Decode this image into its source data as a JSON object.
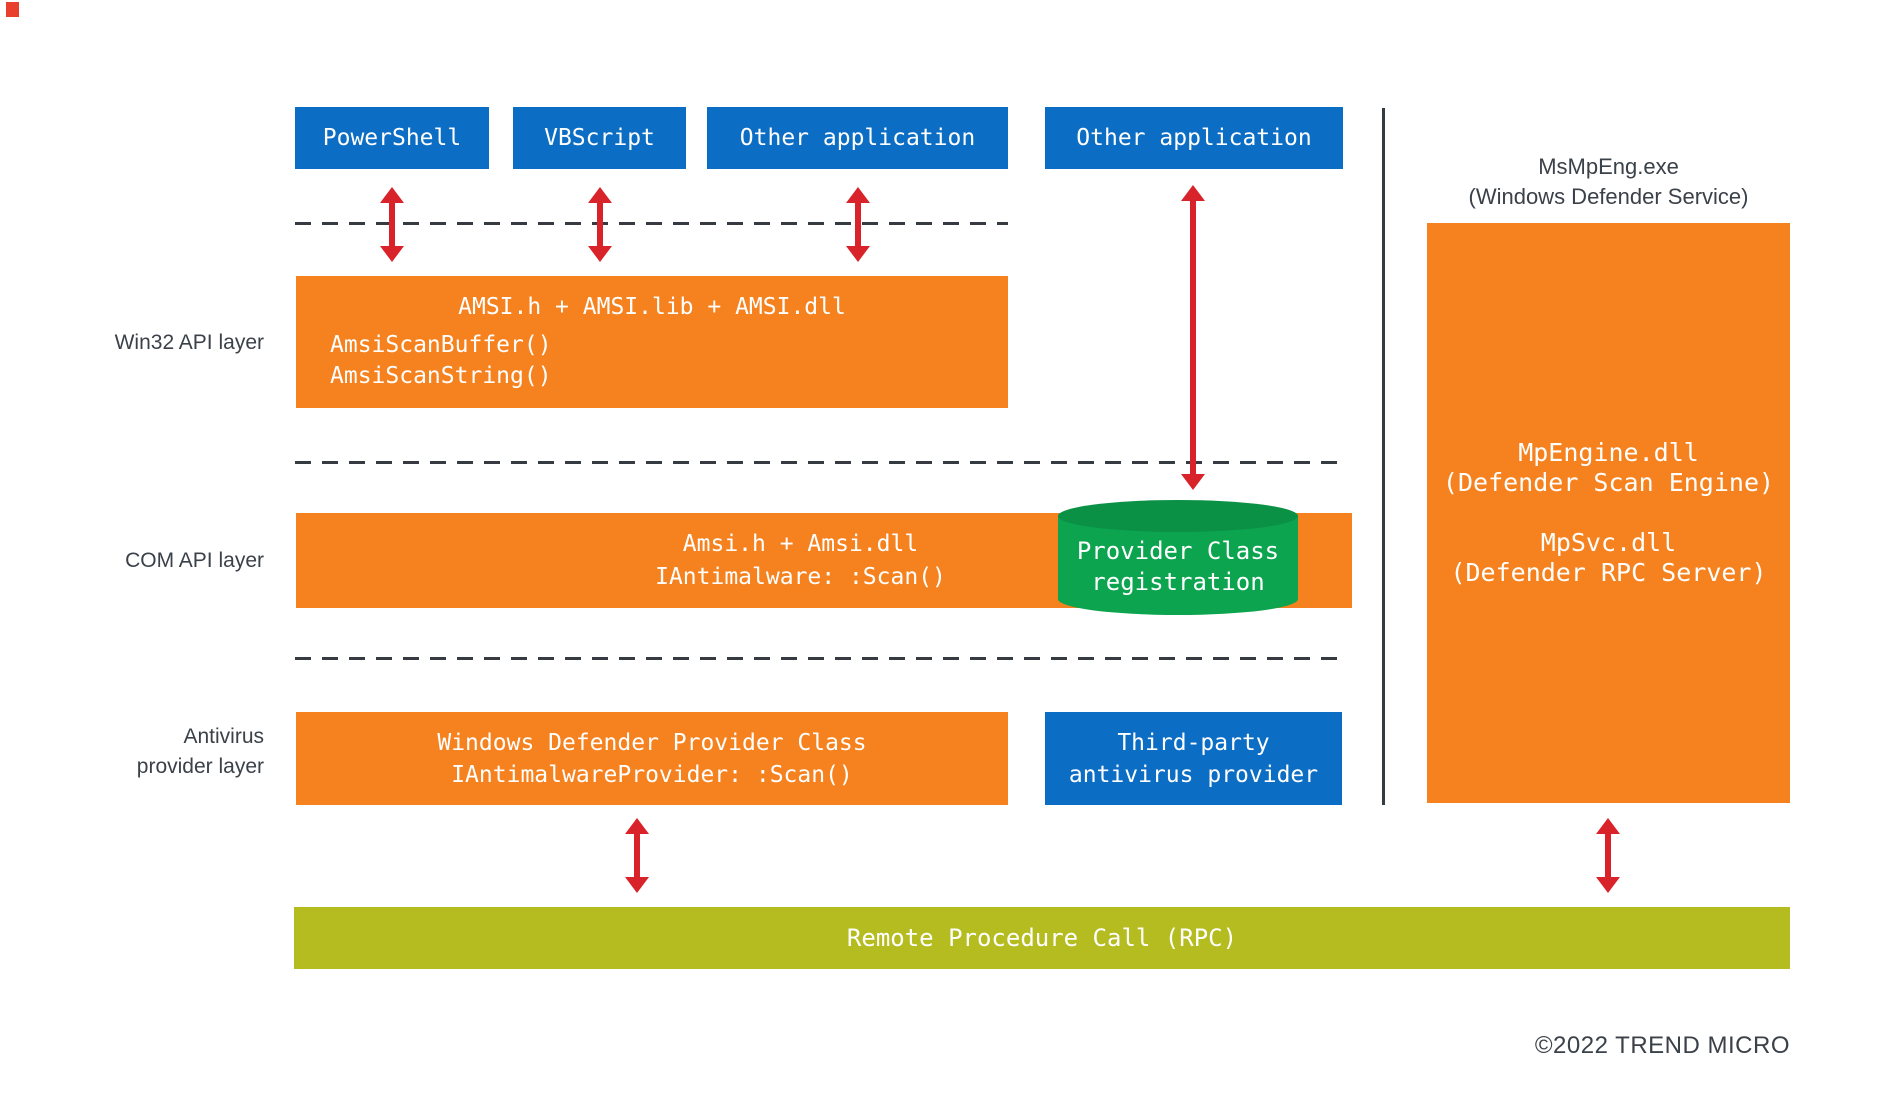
{
  "theme": {
    "blue": "#0b6dc3",
    "orange": "#f5821f",
    "green_body": "#0ca44f",
    "green_top": "#0a9146",
    "olive": "#b4bc20",
    "red": "#d9232b",
    "line": "#363b41",
    "text_dark": "#3b4149",
    "box_text": "#ffffff"
  },
  "apps": {
    "powershell": "PowerShell",
    "vbscript": "VBScript",
    "other_left": "Other application",
    "other_right": "Other application"
  },
  "win32_layer": {
    "side_label": "Win32 API layer",
    "title": "AMSI.h + AMSI.lib + AMSI.dll",
    "line1": "AmsiScanBuffer()",
    "line2": "AmsiScanString()"
  },
  "com_layer": {
    "side_label": "COM API layer",
    "line1": "Amsi.h + Amsi.dll",
    "line2": "IAntimalware: :Scan()",
    "cylinder_line1": "Provider Class",
    "cylinder_line2": "registration"
  },
  "av_layer": {
    "side_label_line1": "Antivirus",
    "side_label_line2": "provider layer",
    "defender_line1": "Windows Defender Provider Class",
    "defender_line2": "IAntimalwareProvider: :Scan()",
    "third_party_line1": "Third-party",
    "third_party_line2": "antivirus provider"
  },
  "defender_service": {
    "header_line1": "MsMpEng.exe",
    "header_line2": "(Windows Defender Service)",
    "engine_line1": "MpEngine.dll",
    "engine_line2": "(Defender Scan Engine)",
    "svc_line1": "MpSvc.dll",
    "svc_line2": "(Defender RPC Server)"
  },
  "rpc": {
    "label": "Remote Procedure Call (RPC)"
  },
  "footer": {
    "copyright": "©2022 TREND MICRO"
  }
}
